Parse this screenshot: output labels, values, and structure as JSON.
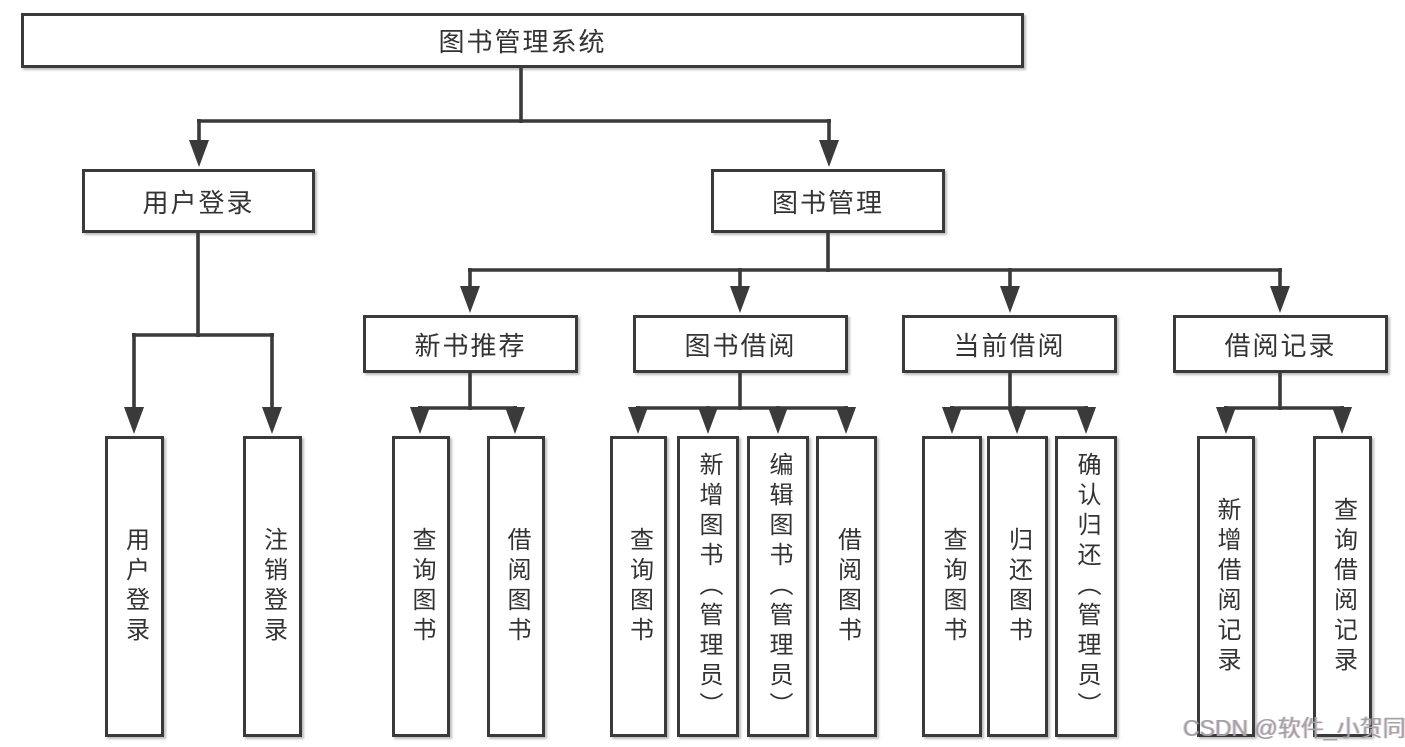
{
  "diagram": {
    "type": "hierarchy-tree",
    "title": "图书管理系统"
  },
  "nodes": {
    "root": "图书管理系统",
    "user_login": "用户登录",
    "book_mgmt": "图书管理",
    "new_book_rec": "新书推荐",
    "book_borrow": "图书借阅",
    "current_borrow": "当前借阅",
    "borrow_records": "借阅记录",
    "leaf_user_login": "用户登录",
    "leaf_logout": "注销登录",
    "rec_query_books": "查询图书",
    "rec_borrow_books": "借阅图书",
    "bb_query_books": "查询图书",
    "bb_add_books": "新增图书（管理员）",
    "bb_edit_books": "编辑图书（管理员）",
    "bb_borrow_books": "借阅图书",
    "cb_query_books": "查询图书",
    "cb_return_books": "归还图书",
    "cb_confirm_return": "确认归还（管理员）",
    "br_add_record": "新增借阅记录",
    "br_query_record": "查询借阅记录"
  },
  "hierarchy": {
    "图书管理系统": {
      "用户登录": [
        "用户登录",
        "注销登录"
      ],
      "图书管理": {
        "新书推荐": [
          "查询图书",
          "借阅图书"
        ],
        "图书借阅": [
          "查询图书",
          "新增图书（管理员）",
          "编辑图书（管理员）",
          "借阅图书"
        ],
        "当前借阅": [
          "查询图书",
          "归还图书",
          "确认归还（管理员）"
        ],
        "借阅记录": [
          "新增借阅记录",
          "查询借阅记录"
        ]
      }
    }
  },
  "colors": {
    "line": "#3a3a3a",
    "text": "#333333",
    "box_background": "#ffffff",
    "watermark": "#a3a3a3"
  },
  "watermark": "CSDN @软件_小贺同学"
}
